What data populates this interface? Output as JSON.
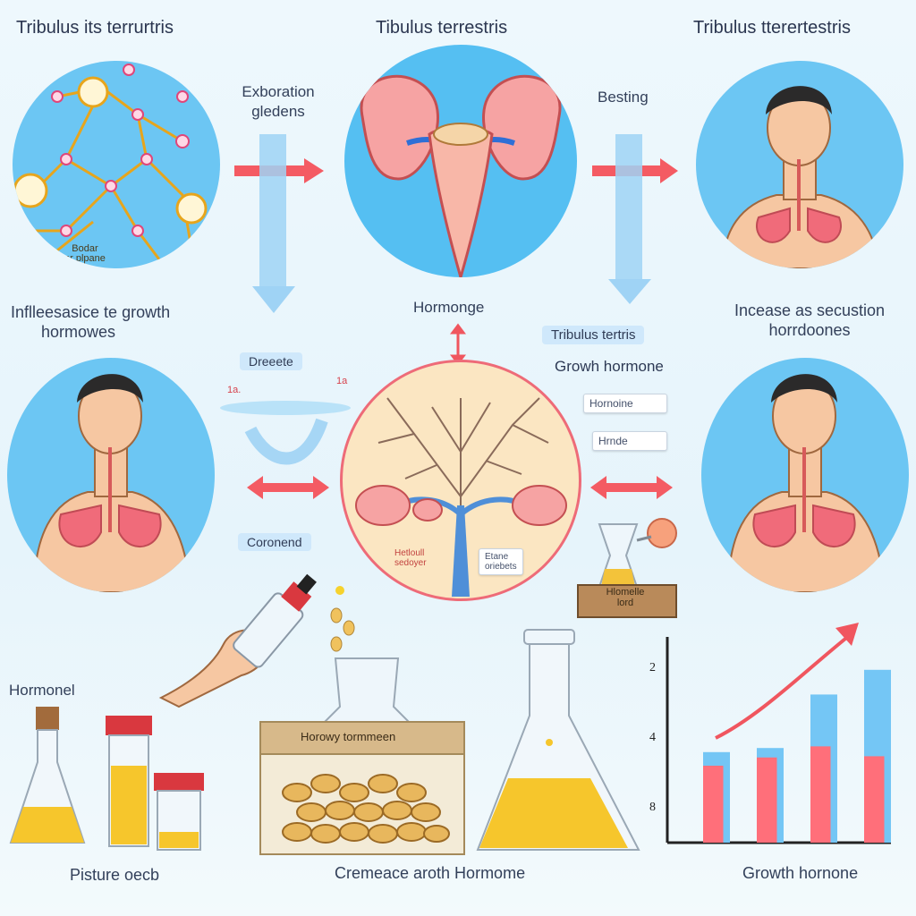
{
  "headers": {
    "left": "Tribulus its terrurtris",
    "center": "Tibulus terrestris",
    "right": "Tribulus tterertestris"
  },
  "molecule": {
    "caption_line1": "Bodar",
    "caption_line2": "or plpane"
  },
  "flow_labels": {
    "top_arrow_1_line1": "Exboration",
    "top_arrow_1_line2": "gledens",
    "top_arrow_2": "Besting",
    "center_bottom": "Hormonge",
    "left_mid_line1": "Inflleesasice te growth",
    "left_mid_line2": "hormowes",
    "right_mid_line1": "Incease as secustion",
    "right_mid_line2": "horrdoones"
  },
  "center_panel": {
    "chip_top": "Tribulus tertris",
    "growth_label": "Growh hormone",
    "tag_1": "Hornoine",
    "tag_2": "Hrnde",
    "tree_label_line1": "Hetloull",
    "tree_label_line2": "sedoyer",
    "tree_tag_line1": "Etane",
    "tree_tag_line2": "oriebets",
    "jar_label_line1": "Hlomelle",
    "jar_label_line2": "lord"
  },
  "left_chips": {
    "chip_1": "Dreeete",
    "chip_2": "Coronend",
    "mark_a": "1a.",
    "mark_b": "1a"
  },
  "bottom": {
    "left_label": "Hormonel",
    "box_label": "Horowy tormmeen",
    "caption_left": "Pisture oecb",
    "caption_center": "Cremeace aroth Hormome",
    "caption_right": "Growth hornone"
  },
  "chart_data": {
    "type": "bar",
    "title": "",
    "xlabel": "",
    "ylabel": "",
    "y_tick_labels": [
      "2",
      "4",
      "8"
    ],
    "series": [
      {
        "values": [
          2.2,
          2.3,
          3.6,
          4.2
        ]
      },
      {
        "values": [
          2.2,
          2.3,
          3.6,
          4.2
        ]
      }
    ],
    "fill_fraction_red": [
      0.85,
      0.9,
      0.65,
      0.5
    ],
    "trend_arrow": true,
    "colors": {
      "red": "#ff6f7a",
      "blue": "#74c6f5",
      "arrow": "#f0565f"
    }
  }
}
